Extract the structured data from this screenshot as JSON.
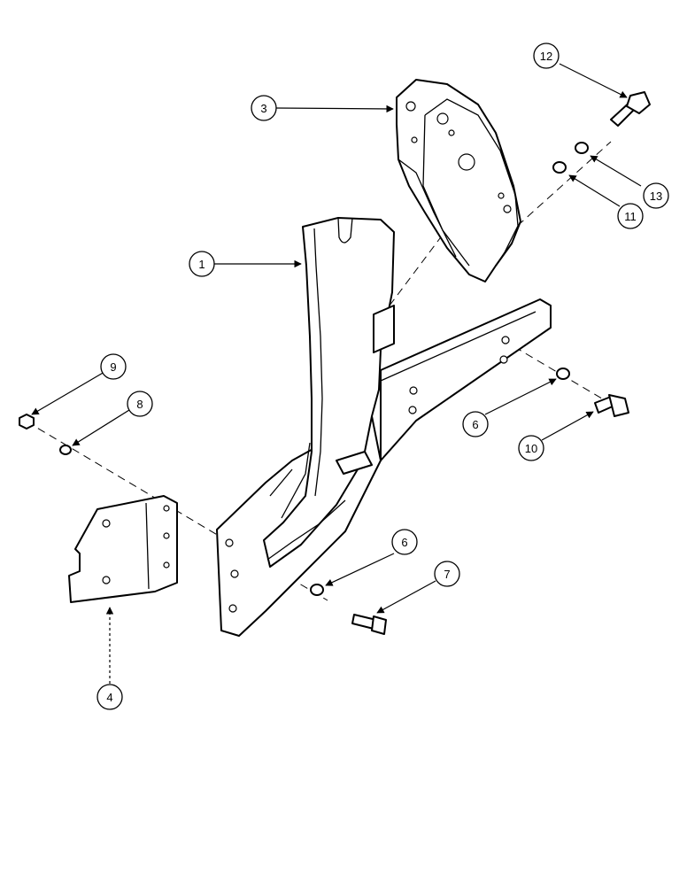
{
  "callouts": [
    {
      "id": "1",
      "label": "1"
    },
    {
      "id": "3",
      "label": "3"
    },
    {
      "id": "4",
      "label": "4"
    },
    {
      "id": "6a",
      "label": "6"
    },
    {
      "id": "6b",
      "label": "6"
    },
    {
      "id": "7",
      "label": "7"
    },
    {
      "id": "8",
      "label": "8"
    },
    {
      "id": "9",
      "label": "9"
    },
    {
      "id": "10",
      "label": "10"
    },
    {
      "id": "11",
      "label": "11"
    },
    {
      "id": "12",
      "label": "12"
    },
    {
      "id": "13",
      "label": "13"
    }
  ]
}
